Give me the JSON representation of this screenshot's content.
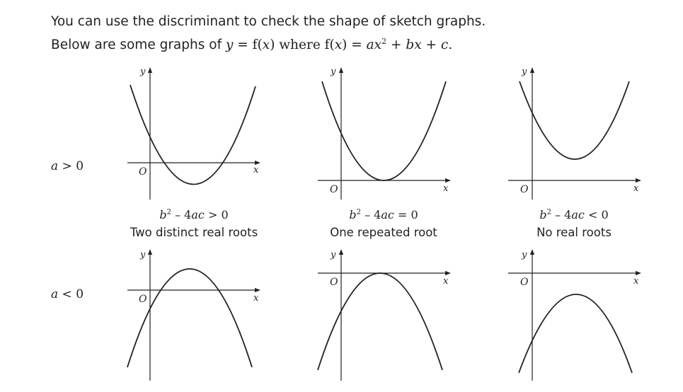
{
  "intro": {
    "line1": "You can use the discriminant to check the shape of sketch graphs.",
    "line2_prefix": "Below are some graphs of ",
    "line2_y": "y",
    "line2_eq1": " = f(",
    "line2_x": "x",
    "line2_mid": ") where f(",
    "line2_x2": "x",
    "line2_eq2": ") = ",
    "line2_ax2": "ax",
    "line2_sup": "2",
    "line2_plus1": " + ",
    "line2_bx": "bx",
    "line2_plus2": " + ",
    "line2_c": "c",
    "line2_dot": "."
  },
  "rows": {
    "positive": {
      "a": "a",
      "rel": " > 0"
    },
    "negative": {
      "a": "a",
      "rel": " < 0"
    }
  },
  "columns": [
    {
      "disc_b": "b",
      "disc_sup": "2",
      "disc_rest": " – 4",
      "disc_ac": "ac",
      "disc_rel": " > 0",
      "caption": "Two distinct real roots"
    },
    {
      "disc_b": "b",
      "disc_sup": "2",
      "disc_rest": " – 4",
      "disc_ac": "ac",
      "disc_rel": " = 0",
      "caption": "One repeated root"
    },
    {
      "disc_b": "b",
      "disc_sup": "2",
      "disc_rest": " – 4",
      "disc_ac": "ac",
      "disc_rel": " < 0",
      "caption": "No real roots"
    }
  ],
  "axes": {
    "x_label": "x",
    "y_label": "y",
    "origin_label": "O"
  }
}
